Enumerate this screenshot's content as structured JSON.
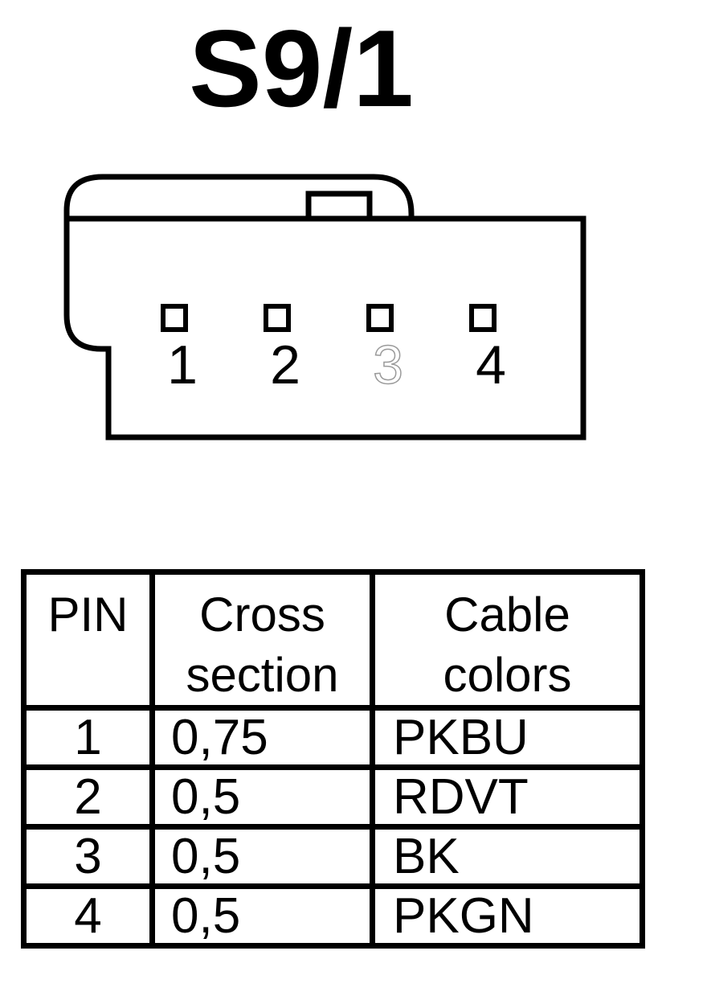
{
  "title": "S9/1",
  "connector": {
    "pins": [
      {
        "label": "1",
        "faded": false
      },
      {
        "label": "2",
        "faded": false
      },
      {
        "label": "3",
        "faded": true
      },
      {
        "label": "4",
        "faded": false
      }
    ]
  },
  "table": {
    "headers": [
      "PIN",
      "Cross\nsection",
      "Cable\ncolors"
    ],
    "rows": [
      {
        "pin": "1",
        "cross_section": "0,75",
        "cable_color": "PKBU"
      },
      {
        "pin": "2",
        "cross_section": "0,5",
        "cable_color": "RDVT"
      },
      {
        "pin": "3",
        "cross_section": "0,5",
        "cable_color": "BK"
      },
      {
        "pin": "4",
        "cross_section": "0,5",
        "cable_color": "PKGN"
      }
    ]
  }
}
